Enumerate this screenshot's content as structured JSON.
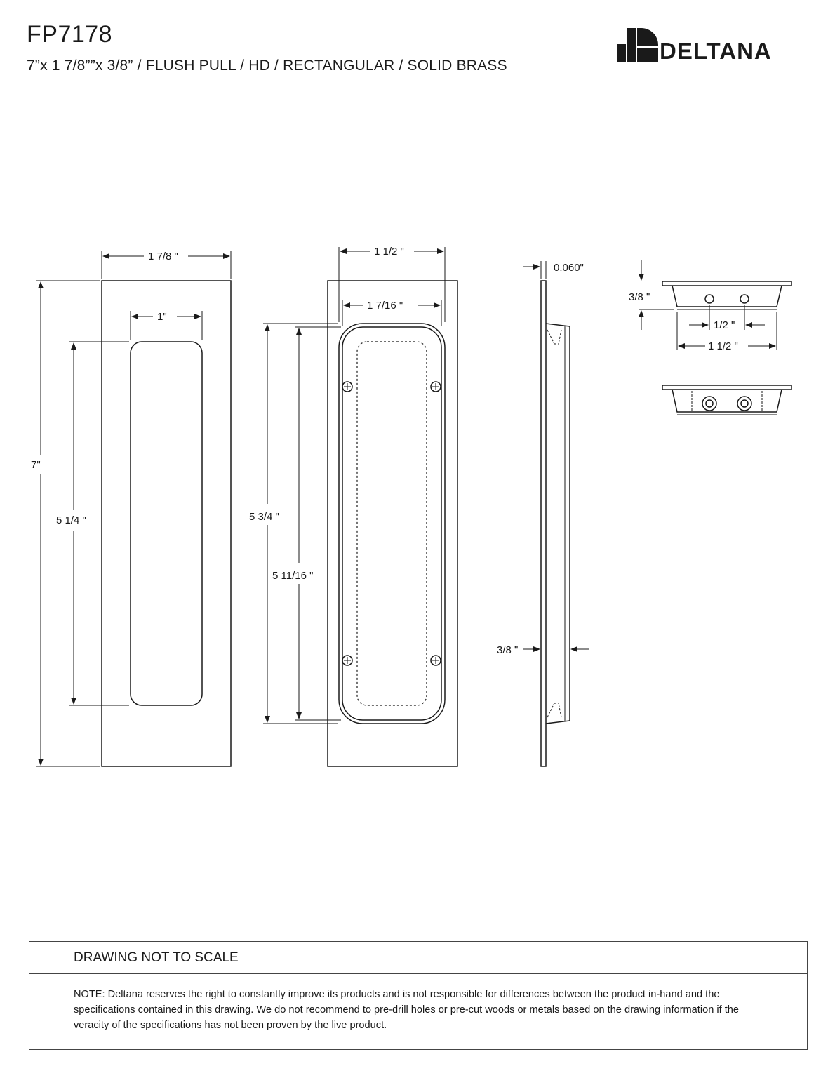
{
  "header": {
    "title": "FP7178",
    "subtitle": "7”x 1 7/8””x 3/8” / FLUSH PULL / HD / RECTANGULAR / SOLID BRASS",
    "brand": "DELTANA"
  },
  "dimensions": {
    "front_width": "1 7/8 \"",
    "front_height": "7\"",
    "recess_width": "1\"",
    "recess_height": "5 1/4 \"",
    "back_width": "1 1/2 \"",
    "back_inner_width": "1  7/16 \"",
    "back_height": "5 3/4 \"",
    "back_inner_height": "5 11/16  \"",
    "plate_thickness": "0.060\"",
    "side_depth": "3/8 \"",
    "end_depth": "3/8 \"",
    "end_hole_spacing": "1/2 \"",
    "end_width": "1 1/2 \""
  },
  "footer": {
    "scale_note": "DRAWING NOT TO SCALE",
    "disclaimer": "NOTE: Deltana reserves the right to constantly improve its products and is not responsible for differences between the product in-hand and the specifications contained in this drawing.  We do not recommend to pre-drill holes or pre-cut woods or metals based on the drawing information if the veracity of the specifications has not been proven by the live product."
  }
}
